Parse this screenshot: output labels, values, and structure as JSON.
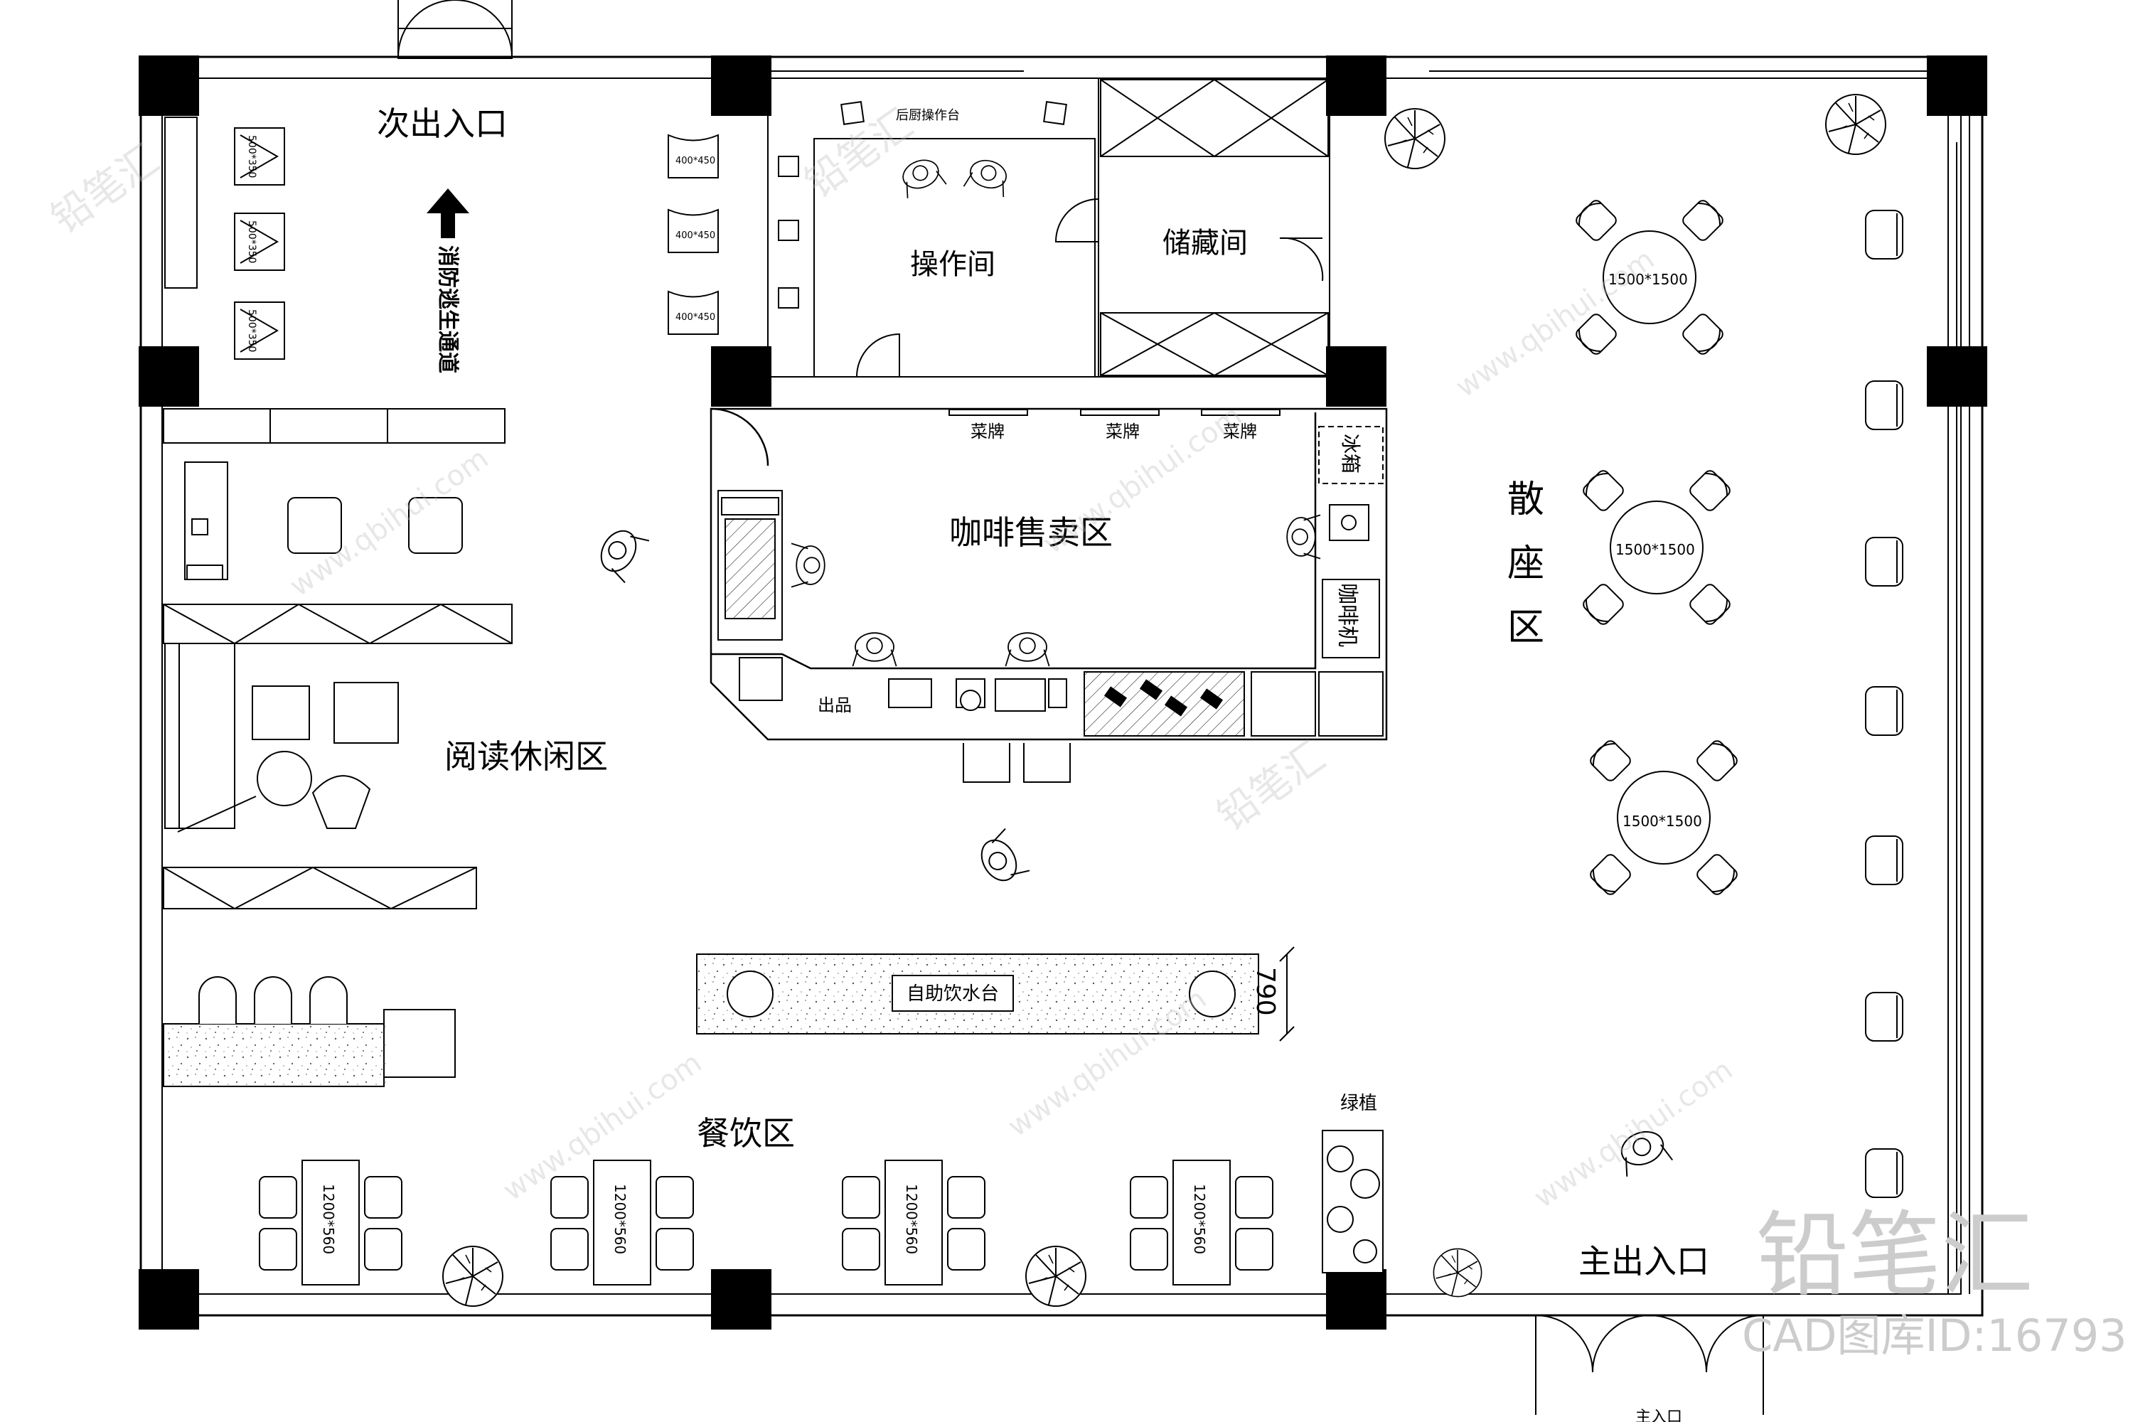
{
  "zones": {
    "secondary_entrance": "次出入口",
    "fire_escape": "消防逃生通道",
    "back_kitchen_counter": "后厨操作台",
    "operation_room": "操作间",
    "storage_room": "储藏间",
    "coffee_sales": "咖啡售卖区",
    "reading_lounge": "阅读休闲区",
    "scattered_seating_a": "散",
    "scattered_seating_b": "座",
    "scattered_seating_c": "区",
    "dining": "餐饮区",
    "self_service_water": "自助饮水台",
    "main_entrance": "主出入口",
    "main_entrance_bottom": "主入口"
  },
  "labels": {
    "menu": "菜牌",
    "fridge": "冰箱",
    "coffee_machine": "咖啡机",
    "output": "出品",
    "green_plants": "绿植"
  },
  "dimensions": {
    "stool": "400*450",
    "cabinet": "500*350",
    "round_table": "1500*1500",
    "rect_table": "1200*560",
    "counter_depth": "790"
  },
  "watermark": {
    "brand": "铅笔汇",
    "site": "www.qbihui.com",
    "cad_id": "CAD图库ID:16793"
  }
}
